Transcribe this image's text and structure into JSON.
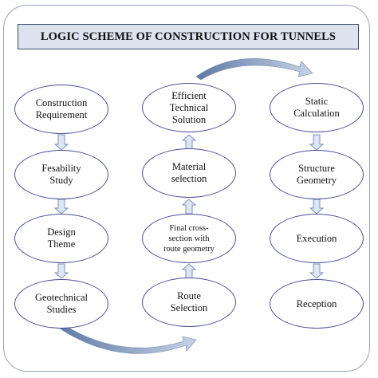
{
  "title": "LOGIC SCHEME OF CONSTRUCTION FOR TUNNELS",
  "columns": [
    {
      "direction": "down",
      "nodes": [
        {
          "label": "Construction\nRequirement"
        },
        {
          "label": "Fesability\nStudy"
        },
        {
          "label": "Design\nTheme"
        },
        {
          "label": "Geotechnical\nStudies"
        }
      ]
    },
    {
      "direction": "up",
      "nodes": [
        {
          "label": "Efficient\nTechnical\nSolution"
        },
        {
          "label": "Material\nselection"
        },
        {
          "label": "Final cross-\nsection with\nroute geometry"
        },
        {
          "label": "Route\nSelection"
        }
      ]
    },
    {
      "direction": "down",
      "nodes": [
        {
          "label": "Static\nCalculation"
        },
        {
          "label": "Structure\nGeometry"
        },
        {
          "label": "Execution"
        },
        {
          "label": "Reception"
        }
      ]
    }
  ],
  "colors": {
    "node_border": "#4a4f9a",
    "arrow_fill": "#dce6f4",
    "arrow_stroke": "#7f93b5",
    "curved_arrow": "#7d95b8",
    "title_bg": "#dde3ee"
  }
}
